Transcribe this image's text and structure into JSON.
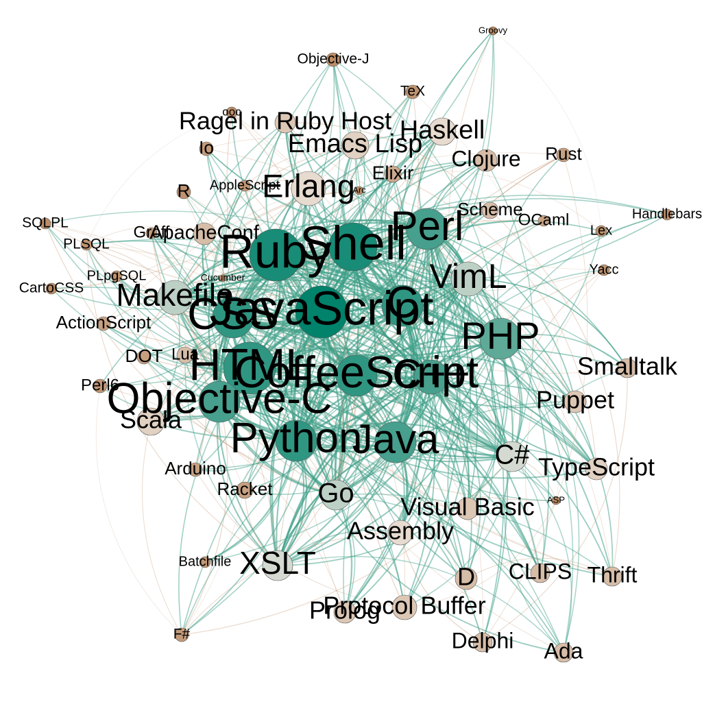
{
  "graph": {
    "colors": {
      "low": "#b5835a",
      "mid": "#ece4dc",
      "high": "#00826b",
      "edge_green": "#3f9f88",
      "edge_brown": "#c9a283"
    },
    "nodes": [
      {
        "label": "Groovy",
        "centrality": 0.02
      },
      {
        "label": "Objective-J",
        "centrality": 0.05
      },
      {
        "label": "TeX",
        "centrality": 0.08
      },
      {
        "label": "ooc",
        "centrality": 0.06
      },
      {
        "label": "Ragel in Ruby Host",
        "centrality": 0.35
      },
      {
        "label": "Haskell",
        "centrality": 0.45
      },
      {
        "label": "Emacs Lisp",
        "centrality": 0.4
      },
      {
        "label": "Io",
        "centrality": 0.12
      },
      {
        "label": "Clojure",
        "centrality": 0.3
      },
      {
        "label": "Rust",
        "centrality": 0.15
      },
      {
        "label": "R",
        "centrality": 0.08
      },
      {
        "label": "AppleScript",
        "centrality": 0.1
      },
      {
        "label": "Erlang",
        "centrality": 0.45
      },
      {
        "label": "Elixir",
        "centrality": 0.2
      },
      {
        "label": "Arc",
        "centrality": 0.05
      },
      {
        "label": "SQLPL",
        "centrality": 0.05
      },
      {
        "label": "Groff",
        "centrality": 0.12
      },
      {
        "label": "ApacheConf",
        "centrality": 0.3
      },
      {
        "label": "Shell",
        "centrality": 0.95
      },
      {
        "label": "Perl",
        "centrality": 0.85
      },
      {
        "label": "Scheme",
        "centrality": 0.3
      },
      {
        "label": "OCaml",
        "centrality": 0.15
      },
      {
        "label": "Handlebars",
        "centrality": 0.07
      },
      {
        "label": "PLSQL",
        "centrality": 0.08
      },
      {
        "label": "Ruby",
        "centrality": 0.95
      },
      {
        "label": "Lex",
        "centrality": 0.08
      },
      {
        "label": "PLpgSQL",
        "centrality": 0.07
      },
      {
        "label": "Cucumber",
        "centrality": 0.06
      },
      {
        "label": "VimL",
        "centrality": 0.6
      },
      {
        "label": "Yacc",
        "centrality": 0.08
      },
      {
        "label": "CartoCSS",
        "centrality": 0.05
      },
      {
        "label": "Makefile",
        "centrality": 0.6
      },
      {
        "label": "JavaScript",
        "centrality": 1.0
      },
      {
        "label": "CSS",
        "centrality": 0.9
      },
      {
        "label": "C",
        "centrality": 0.9
      },
      {
        "label": "ActionScript",
        "centrality": 0.15
      },
      {
        "label": "PHP",
        "centrality": 0.8
      },
      {
        "label": "DOT",
        "centrality": 0.15
      },
      {
        "label": "Lua",
        "centrality": 0.3
      },
      {
        "label": "HTML",
        "centrality": 0.9
      },
      {
        "label": "CoffeeScript",
        "centrality": 0.9
      },
      {
        "label": "C++",
        "centrality": 0.85
      },
      {
        "label": "Smalltalk",
        "centrality": 0.3
      },
      {
        "label": "Perl6",
        "centrality": 0.1
      },
      {
        "label": "Objective-C",
        "centrality": 0.85
      },
      {
        "label": "Puppet",
        "centrality": 0.35
      },
      {
        "label": "Scala",
        "centrality": 0.4
      },
      {
        "label": "Python",
        "centrality": 0.9
      },
      {
        "label": "Java",
        "centrality": 0.85
      },
      {
        "label": "C#",
        "centrality": 0.55
      },
      {
        "label": "TypeScript",
        "centrality": 0.4
      },
      {
        "label": "Arduino",
        "centrality": 0.15
      },
      {
        "label": "Racket",
        "centrality": 0.15
      },
      {
        "label": "Go",
        "centrality": 0.6
      },
      {
        "label": "ASP",
        "centrality": 0.04
      },
      {
        "label": "Visual Basic",
        "centrality": 0.35
      },
      {
        "label": "Assembly",
        "centrality": 0.45
      },
      {
        "label": "Batchfile",
        "centrality": 0.1
      },
      {
        "label": "XSLT",
        "centrality": 0.55
      },
      {
        "label": "D",
        "centrality": 0.3
      },
      {
        "label": "CLIPS",
        "centrality": 0.3
      },
      {
        "label": "Thrift",
        "centrality": 0.3
      },
      {
        "label": "Protocol Buffer",
        "centrality": 0.35
      },
      {
        "label": "Prolog",
        "centrality": 0.35
      },
      {
        "label": "F#",
        "centrality": 0.12
      },
      {
        "label": "Delphi",
        "centrality": 0.3
      },
      {
        "label": "Ada",
        "centrality": 0.3
      }
    ]
  }
}
